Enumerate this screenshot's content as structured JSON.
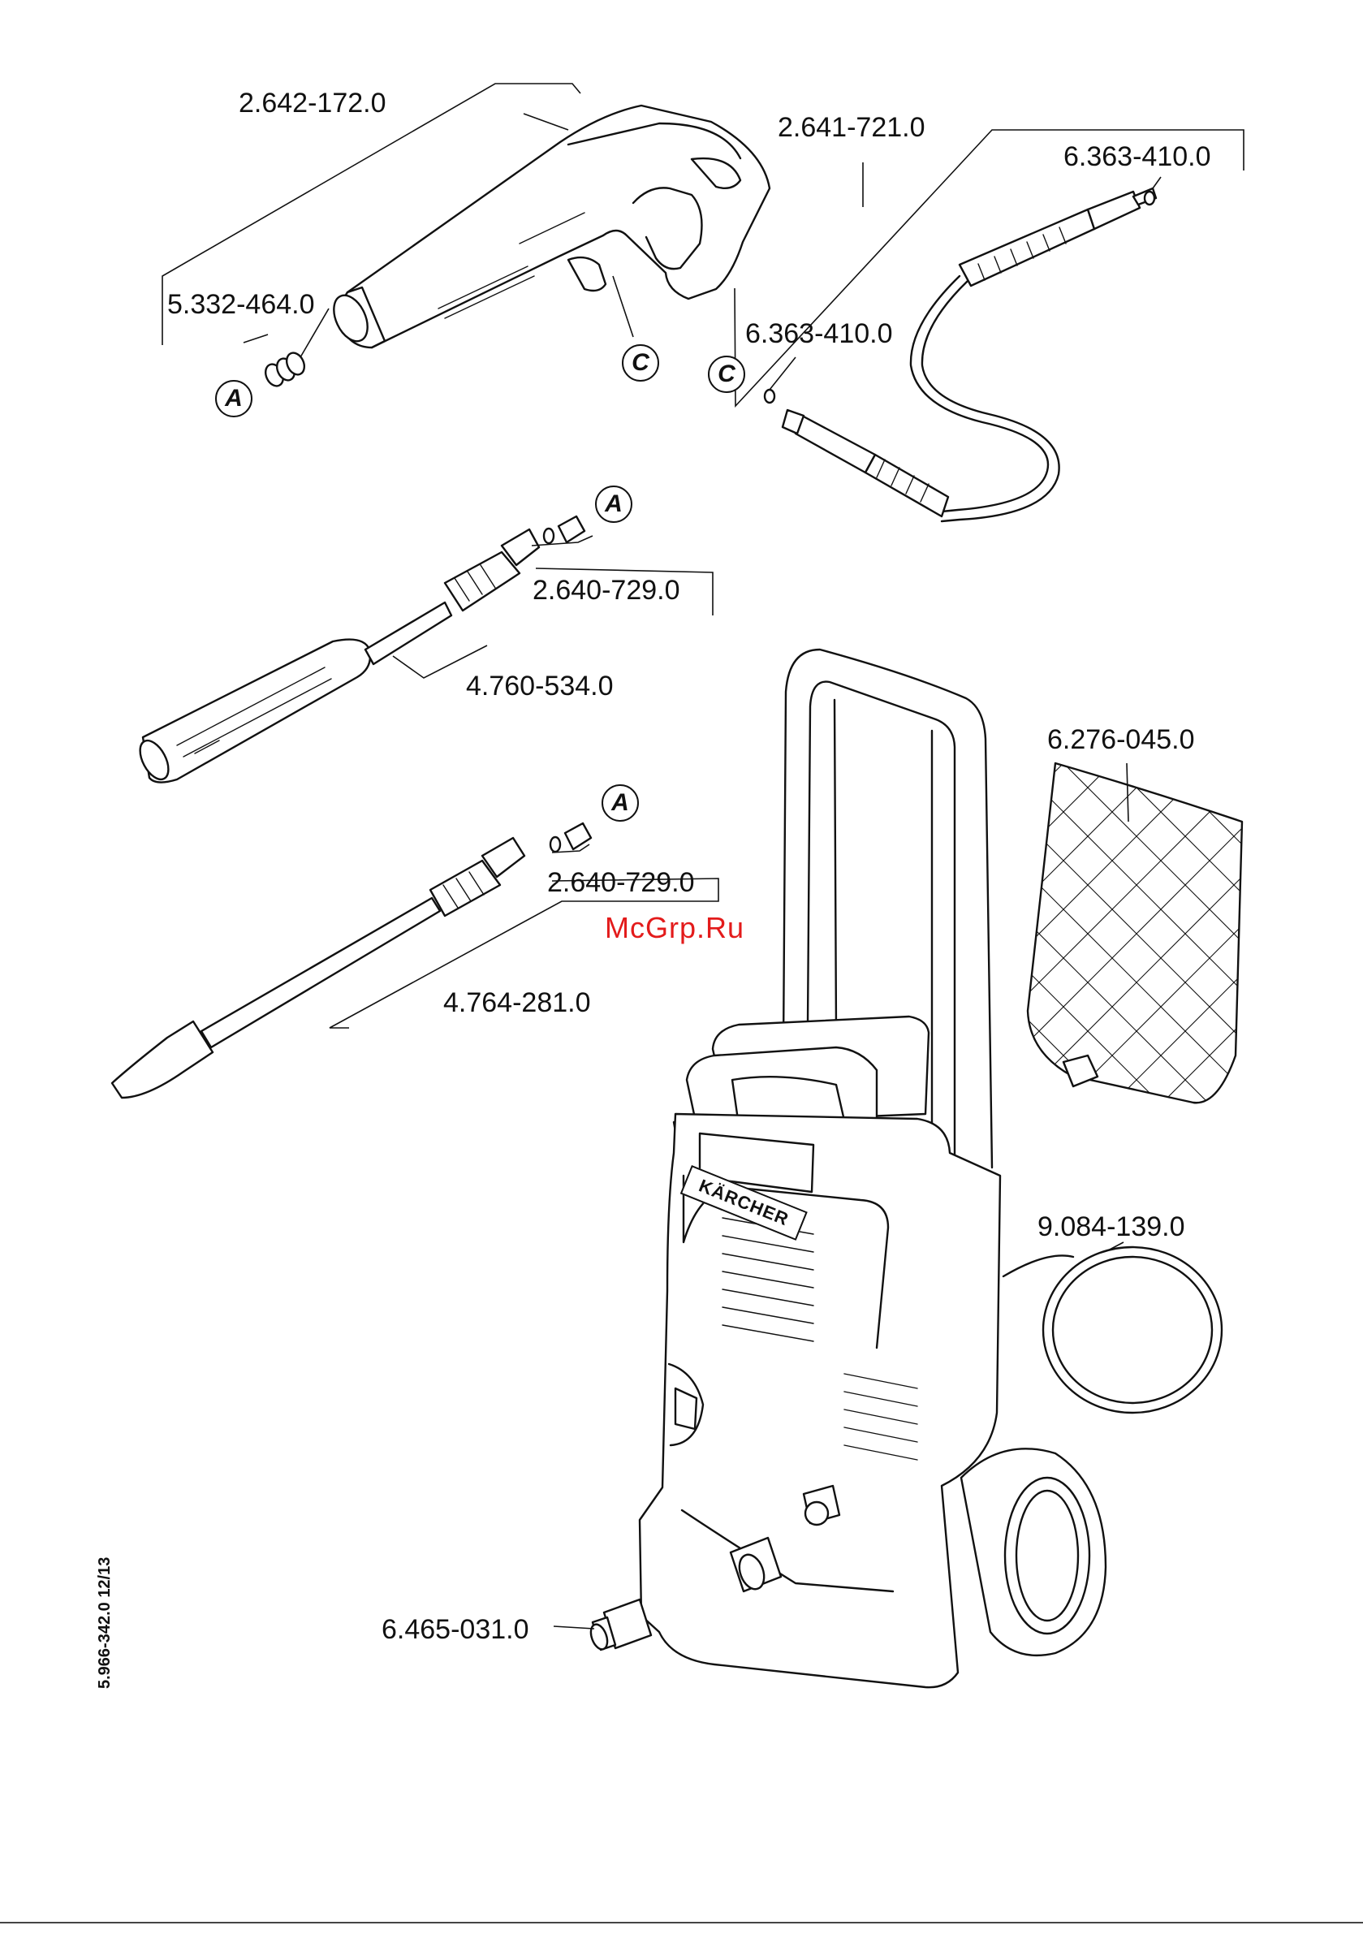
{
  "parts": [
    {
      "id": "trigger-gun",
      "number": "2.642-172.0"
    },
    {
      "id": "hose-kit",
      "number": "2.641-721.0"
    },
    {
      "id": "o-ring-top",
      "number": "6.363-410.0"
    },
    {
      "id": "o-ring-set",
      "number": "5.332-464.0"
    },
    {
      "id": "o-ring-hose",
      "number": "6.363-410.0"
    },
    {
      "id": "adapter-1",
      "number": "2.640-729.0"
    },
    {
      "id": "vario-lance",
      "number": "4.760-534.0"
    },
    {
      "id": "adapter-2",
      "number": "2.640-729.0"
    },
    {
      "id": "dirt-blaster",
      "number": "4.764-281.0"
    },
    {
      "id": "mesh-cover",
      "number": "6.276-045.0"
    },
    {
      "id": "cable",
      "number": "9.084-139.0"
    },
    {
      "id": "hose-connector",
      "number": "6.465-031.0"
    }
  ],
  "callouts": [
    "A",
    "C",
    "C",
    "A",
    "A"
  ],
  "brand_text": "KÄRCHER",
  "watermark": "McGrp.Ru",
  "doc_ref": "5.966-342.0  12/13"
}
